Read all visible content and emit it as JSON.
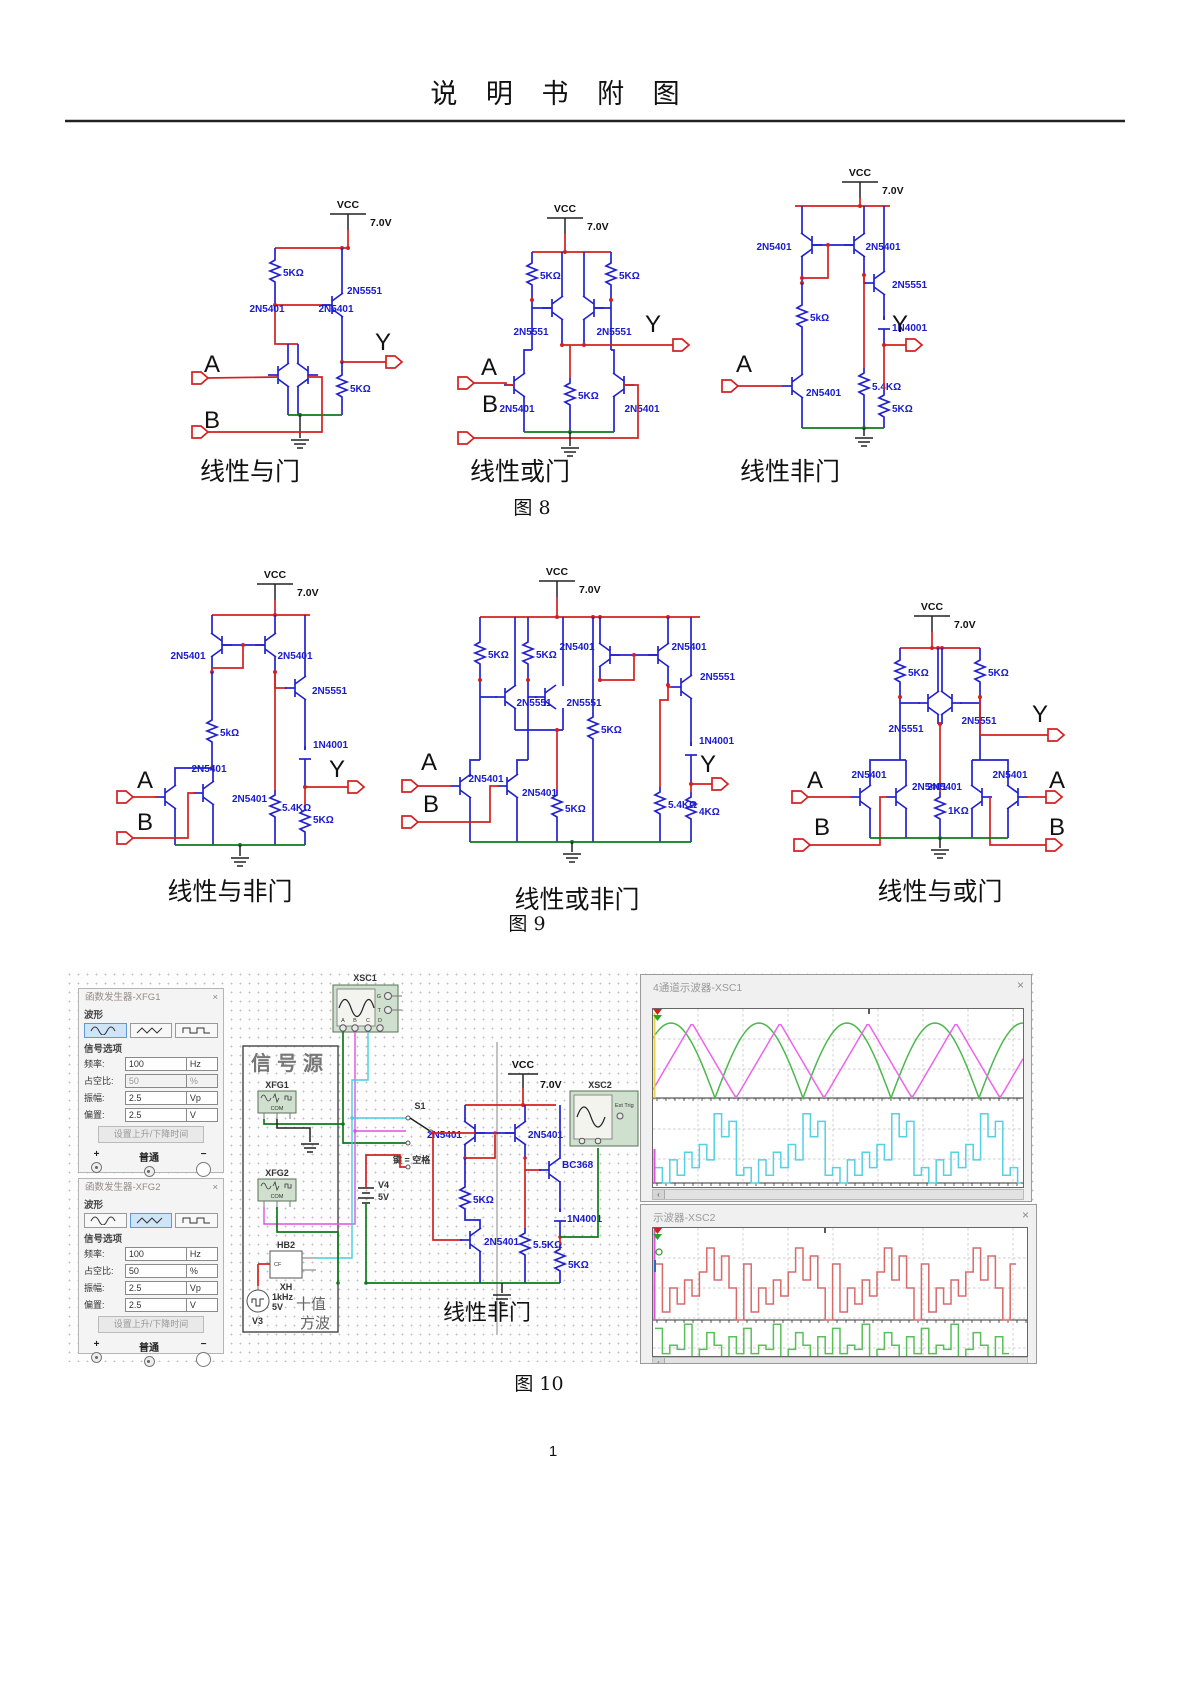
{
  "page": {
    "header": "说 明 书 附 图",
    "num": "1"
  },
  "fig8": {
    "f": "图 8",
    "c1": {
      "cap": "线性与门",
      "vcc": "VCC",
      "v": "7.0V",
      "r1": "5KΩ",
      "r2": "5KΩ",
      "q1": "2N5401",
      "q2": "2N5401",
      "q3": "2N5551",
      "a": "A",
      "b": "B",
      "y": "Y"
    },
    "c2": {
      "cap": "线性或门",
      "vcc": "VCC",
      "v": "7.0V",
      "r1": "5KΩ",
      "r2": "5KΩ",
      "r3": "5KΩ",
      "q1": "2N5551",
      "q2": "2N5551",
      "q3": "2N5401",
      "q4": "2N5401",
      "a": "A",
      "b": "B",
      "y": "Y"
    },
    "c3": {
      "cap": "线性非门",
      "vcc": "VCC",
      "v": "7.0V",
      "q1": "2N5401",
      "q2": "2N5401",
      "q3": "2N5551",
      "q4": "2N5401",
      "r1": "5kΩ",
      "r2": "5.4KΩ",
      "r3": "5KΩ",
      "d1": "1N4001",
      "a": "A",
      "y": "Y"
    }
  },
  "fig9": {
    "f": "图 9",
    "c4": {
      "cap": "线性与非门",
      "vcc": "VCC",
      "v": "7.0V",
      "q1": "2N5401",
      "q2": "2N5401",
      "q3": "2N5551",
      "q4": "2N5401",
      "q5": "2N5401",
      "r1": "5kΩ",
      "r2": "5.4KΩ",
      "r3": "5KΩ",
      "d1": "1N4001",
      "a": "A",
      "b": "B",
      "y": "Y"
    },
    "c5": {
      "cap": "线性或非门",
      "vcc": "VCC",
      "v": "7.0V",
      "r1": "5KΩ",
      "r2": "5KΩ",
      "r3": "5KΩ",
      "r4": "5KΩ",
      "r5": "5.4KΩ",
      "r6": "4KΩ",
      "q1": "2N5401",
      "q2": "2N5401",
      "q3": "2N5551",
      "q4": "2N5551",
      "q5": "2N5551",
      "q6": "2N5401",
      "q7": "2N5401",
      "d1": "1N4001",
      "a": "A",
      "b": "B",
      "y": "Y"
    },
    "c6": {
      "cap": "线性与或门",
      "vcc": "VCC",
      "v": "7.0V",
      "r1": "5KΩ",
      "r2": "5KΩ",
      "r3": "1KΩ",
      "q1": "2N5551",
      "q2": "2N5551",
      "q3": "2N5401",
      "q4": "2N5401",
      "q5": "2N5401",
      "q6": "2N5401",
      "al": "A",
      "bl": "B",
      "ar": "A",
      "br": "B",
      "y": "Y"
    }
  },
  "fig10": {
    "f": "图 10",
    "xfg1": {
      "title": "函数发生器-XFG1",
      "close": "×",
      "wave_label": "波形",
      "signal_label": "信号选项",
      "freq_label": "频率:",
      "freq_value": "100",
      "freq_unit": "Hz",
      "duty_label": "占空比:",
      "duty_value": "50",
      "duty_unit": "%",
      "amp_label": "振幅:",
      "amp_value": "2.5",
      "amp_unit": "Vp",
      "off_label": "偏置:",
      "off_value": "2.5",
      "off_unit": "V",
      "rise_button": "设置上升/下降时间",
      "plus": "+",
      "common": "普通",
      "minus": "−"
    },
    "xfg2": {
      "title": "函数发生器-XFG2",
      "close": "×",
      "wave_label": "波形",
      "signal_label": "信号选项",
      "freq_label": "频率:",
      "freq_value": "100",
      "freq_unit": "Hz",
      "duty_label": "占空比:",
      "duty_value": "50",
      "duty_unit": "%",
      "amp_label": "振幅:",
      "amp_value": "2.5",
      "amp_unit": "Vp",
      "off_label": "偏置:",
      "off_value": "2.5",
      "off_unit": "V",
      "rise_button": "设置上升/下降时间",
      "plus": "+",
      "common": "普通",
      "minus": "−"
    },
    "ws": {
      "xsc1": "XSC1",
      "g": "G",
      "t": "T",
      "ta": "A",
      "tb": "B",
      "tc": "C",
      "td": "D",
      "source": "信号源",
      "xfg1": "XFG1",
      "com1": "COM",
      "xfg2": "XFG2",
      "com2": "COM",
      "hb2": "HB2",
      "cf": "CF",
      "xh": "XH",
      "v3": "V3",
      "v3f": "1kHz",
      "v3v": "5V",
      "ten": "十值",
      "fang": "方波",
      "s1": "S1",
      "key": "键 = 空格",
      "v4": "V4",
      "v4v": "5V",
      "vcc": "VCC",
      "v": "7.0V",
      "q1": "2N5401",
      "q2": "2N5401",
      "q3": "BC368",
      "q4": "2N5401",
      "r1": "5KΩ",
      "r2": "5.5KΩ",
      "r3": "5KΩ",
      "d1": "1N4001",
      "cap": "线性非门",
      "xsc2": "XSC2",
      "ext": "Ext Trig"
    },
    "sc1": {
      "title": "4通道示波器-XSC1",
      "close": "×",
      "back": "‹",
      "chart": {
        "type": "line",
        "legend_position": "none",
        "grid": true,
        "traces": [
          {
            "name": "channel-A XFG1 sine",
            "color": "#4cb84c",
            "kind": "abs-sine",
            "period": 88,
            "amp": 75,
            "phase": -26
          },
          {
            "name": "channel-B XFG2 triangle",
            "color": "#ec63ec",
            "kind": "triangle",
            "period": 88,
            "amp": 75,
            "phase": -5
          },
          {
            "name": "channel-C HB2 ten-level staircase",
            "color": "#52d2e4",
            "kind": "stairs",
            "levels": [
              2,
              0,
              3,
              1,
              4,
              2,
              5,
              3,
              9,
              6,
              8,
              1
            ],
            "unit": 7.7,
            "step": 7.4,
            "sign": 1
          }
        ]
      }
    },
    "sc2": {
      "title": "示波器-XSC2",
      "close": "×",
      "back": "‹",
      "chart": {
        "type": "line",
        "legend_position": "none",
        "grid": true,
        "traces": [
          {
            "name": "channel-A gate input staircase",
            "color": "#d96a6a",
            "kind": "stairs",
            "levels": [
              7,
              1,
              4,
              2,
              5,
              3,
              6,
              9,
              5,
              8,
              4,
              0
            ],
            "unit": 8,
            "step": 7.4,
            "sign": 1
          },
          {
            "name": "channel-B inverted output staircase",
            "color": "#58c058",
            "kind": "stairs",
            "levels": [
              2,
              8,
              6,
              7,
              1,
              9,
              7,
              3,
              6,
              9,
              4,
              8
            ],
            "unit": 4.2,
            "step": 7.4,
            "sign": -1
          }
        ]
      }
    }
  }
}
